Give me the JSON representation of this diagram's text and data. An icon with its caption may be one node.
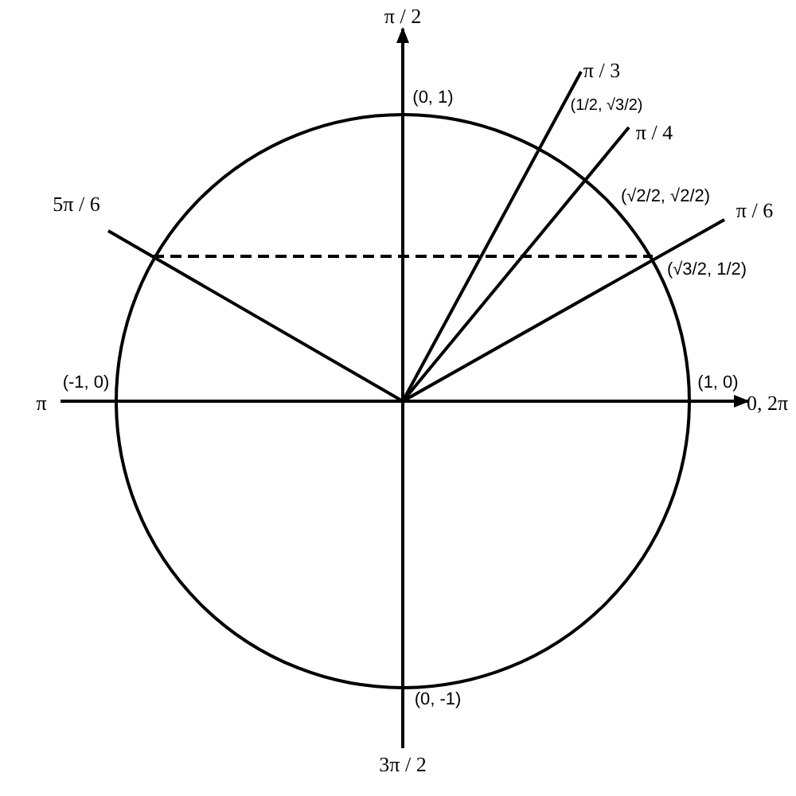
{
  "diagram": {
    "labels": [
      "π / 2",
      "(0, 1)",
      "π / 3",
      "(1/2, √3/2)",
      "π / 4",
      "(√2/2, √2/2)",
      "5π / 6",
      "π / 6",
      "(√3/2, 1/2)",
      "π",
      "(-1, 0)",
      "(1, 0)",
      "0, 2π",
      "(0, -1)",
      "3π / 2"
    ]
  }
}
